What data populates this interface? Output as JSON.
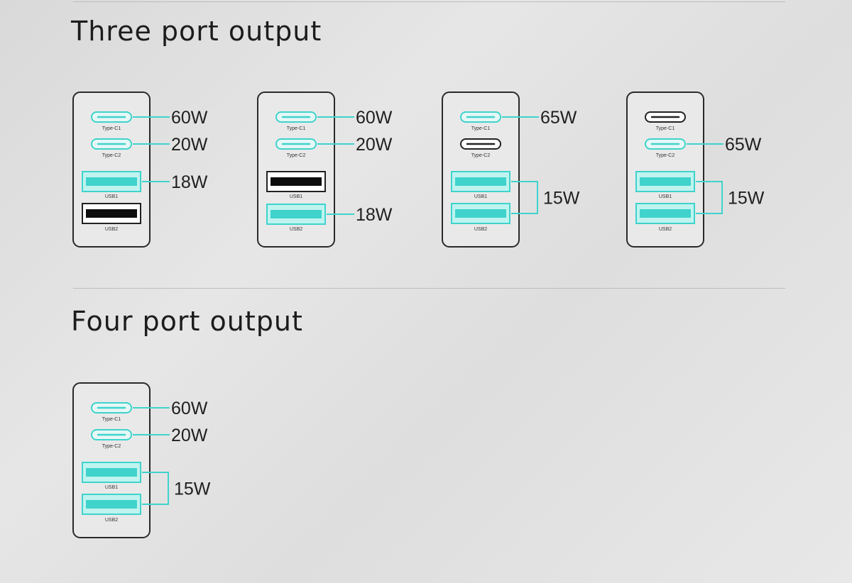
{
  "sections": {
    "three_port": {
      "title": "Three port output"
    },
    "four_port": {
      "title": "Four port output"
    }
  },
  "port_labels": [
    "Type-C1",
    "Type-C2",
    "USB1",
    "USB2"
  ],
  "colors": {
    "active": "#3fd3cc",
    "active_fill": "#bff3ef",
    "inactive": "#222222",
    "frame": "#2a2a2a"
  },
  "configurations": [
    {
      "name": "three-port-config-1",
      "active": [
        "Type-C1",
        "Type-C2",
        "USB1"
      ],
      "outputs": [
        {
          "ports": [
            "Type-C1"
          ],
          "watts": "60W"
        },
        {
          "ports": [
            "Type-C2"
          ],
          "watts": "20W"
        },
        {
          "ports": [
            "USB1"
          ],
          "watts": "18W"
        }
      ]
    },
    {
      "name": "three-port-config-2",
      "active": [
        "Type-C1",
        "Type-C2",
        "USB2"
      ],
      "outputs": [
        {
          "ports": [
            "Type-C1"
          ],
          "watts": "60W"
        },
        {
          "ports": [
            "Type-C2"
          ],
          "watts": "20W"
        },
        {
          "ports": [
            "USB2"
          ],
          "watts": "18W"
        }
      ]
    },
    {
      "name": "three-port-config-3",
      "active": [
        "Type-C1",
        "USB1",
        "USB2"
      ],
      "outputs": [
        {
          "ports": [
            "Type-C1"
          ],
          "watts": "65W"
        },
        {
          "ports": [
            "USB1",
            "USB2"
          ],
          "watts": "15W"
        }
      ]
    },
    {
      "name": "three-port-config-4",
      "active": [
        "Type-C2",
        "USB1",
        "USB2"
      ],
      "outputs": [
        {
          "ports": [
            "Type-C2"
          ],
          "watts": "65W"
        },
        {
          "ports": [
            "USB1",
            "USB2"
          ],
          "watts": "15W"
        }
      ]
    },
    {
      "name": "four-port-config",
      "active": [
        "Type-C1",
        "Type-C2",
        "USB1",
        "USB2"
      ],
      "outputs": [
        {
          "ports": [
            "Type-C1"
          ],
          "watts": "60W"
        },
        {
          "ports": [
            "Type-C2"
          ],
          "watts": "20W"
        },
        {
          "ports": [
            "USB1",
            "USB2"
          ],
          "watts": "15W"
        }
      ]
    }
  ]
}
